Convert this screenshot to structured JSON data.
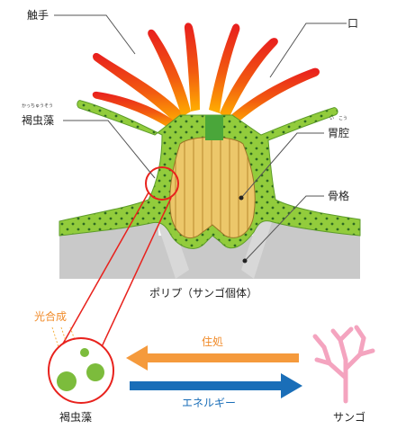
{
  "labels": {
    "tentacle": "触手",
    "mouth": "口",
    "zoox_ruby": "かっちゅうそう",
    "zooxanthellae": "褐虫藻",
    "cavity_ruby": "い　こう",
    "gastric_cavity": "胃腔",
    "skeleton": "骨格",
    "polyp": "ポリプ（サンゴ個体）",
    "photosynthesis": "光合成",
    "habitat": "住処",
    "energy": "エネルギー",
    "zoox_bottom": "褐虫藻",
    "coral": "サンゴ"
  },
  "colors": {
    "tissue": "#92cc3c",
    "tissue_dots": "#2e6a22",
    "tentacle_tip": "#e81e1e",
    "tentacle_base": "#ffb000",
    "stomach": "#ecc76a",
    "skeleton": "#c9c9c9",
    "highlight": "#e8221d",
    "photosynthesis": "#f08a28",
    "habitat_arrow": "#f59a3c",
    "energy_arrow": "#1a6eb8",
    "coral_pink": "#f4a4bf",
    "algae_cell": "#7cbc3c"
  },
  "icons": [
    "coral-branch-icon",
    "algae-cell-icon"
  ]
}
